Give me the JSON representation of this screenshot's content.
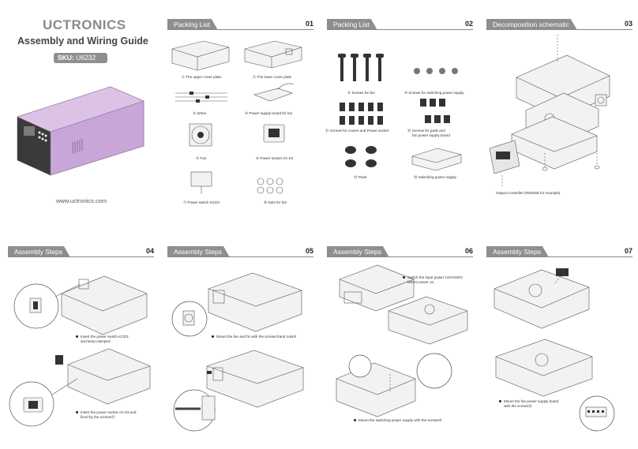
{
  "cover": {
    "brand": "UCTRONICS",
    "title": "Assembly and Wiring Guide",
    "sku_label": "SKU:",
    "sku_value": "U6232",
    "website": "www.uctronics.com"
  },
  "pages": [
    {
      "header": "Packing List",
      "number": "01"
    },
    {
      "header": "Packing List",
      "number": "02"
    },
    {
      "header": "Decomposition schematic",
      "number": "03"
    },
    {
      "header": "Assembly Steps",
      "number": "04"
    },
    {
      "header": "Assembly Steps",
      "number": "05"
    },
    {
      "header": "Assembly Steps",
      "number": "06"
    },
    {
      "header": "Assembly Steps",
      "number": "07"
    }
  ],
  "packing_list_1": [
    "① The upper cover plate",
    "② The lower cover plate",
    "③ Wires",
    "④ Power supply board for fan",
    "⑤ Fan",
    "⑥ Power socket AC-03",
    "⑦ Power switch KCD3",
    "⑧ Nuts for fan"
  ],
  "packing_list_2": [
    "⑨ Screws for fan",
    "⑩ Screws for switching power supply",
    "⑪ Screws for covers and Power socket",
    "⑫ Screws for pads and",
    "fan power supply board",
    "⑬ Pads",
    "⑭ Switching power supply"
  ],
  "decomposition": {
    "label": "Output Controller (RD6006 for example)"
  },
  "steps": {
    "p04_a1": "Insert the power switch KCD3",
    "p04_a2": "and keep clamped",
    "p04_b1": "Insert the power socket AC-03 and",
    "p04_b2": "fixed by the screws⑪",
    "p05_a": "Mount the fan and fix with the screws⑨and nuts⑧",
    "p06_a1": "Switch the input power 110V/220V",
    "p06_a2": "before power on.",
    "p06_b": "Mount the switching power supply with the screws⑩",
    "p07_a1": "Mount the fan power supply board",
    "p07_a2": "with the screws⑫"
  },
  "colors": {
    "header_tab": "#8e8e8e",
    "device_purple": "#c9a6d8",
    "text": "#333333"
  }
}
